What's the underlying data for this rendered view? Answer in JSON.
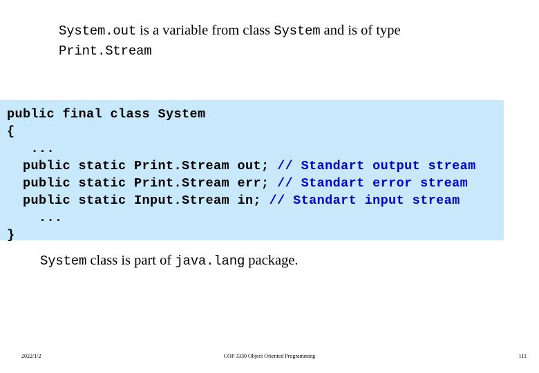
{
  "slide": {
    "title": {
      "line1_code1": "System.out",
      "line1_text1": " is a variable from class ",
      "line1_code2": "System",
      "line1_text2": " and is of type",
      "line2_code": "Print.Stream"
    },
    "code_block": {
      "background_color": "#c8e8fb",
      "text_color": "#000000",
      "comment_color": "#0000cc",
      "lines": [
        {
          "code": "public final class System",
          "comment": ""
        },
        {
          "code": "{",
          "comment": ""
        },
        {
          "code": "   ...",
          "comment": ""
        },
        {
          "code": "  public static Print.Stream out; ",
          "comment": "// Standart output stream"
        },
        {
          "code": "  public static Print.Stream err; ",
          "comment": "// Standart error stream"
        },
        {
          "code": "  public static Input.Stream in; ",
          "comment": "// Standart input stream"
        },
        {
          "code": "    ...",
          "comment": ""
        },
        {
          "code": "}",
          "comment": ""
        }
      ]
    },
    "caption": {
      "code1": "System",
      "text1": " class is part of ",
      "code2": "java.lang",
      "text2": " package."
    },
    "footer": {
      "date": "2022/1/2",
      "course": "COP 3330 Object Oriented Programming",
      "page": "111"
    }
  }
}
